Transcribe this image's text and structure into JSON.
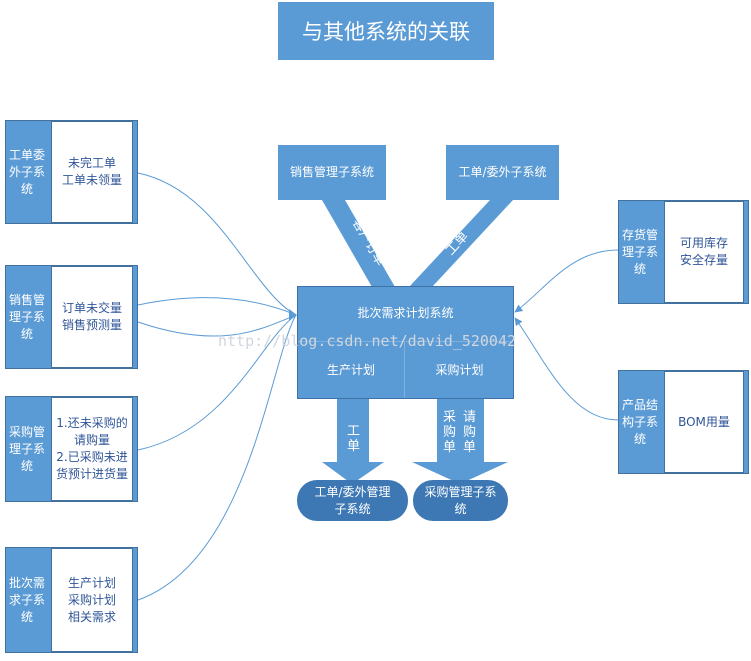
{
  "title": "与其他系统的关联",
  "left_cards": [
    {
      "label": "工单委外子系统",
      "body": "未完工单\n工单未领量"
    },
    {
      "label": "销售管理子系统",
      "body": "订单未交量\n销售预测量"
    },
    {
      "label": "采购管理子系统",
      "body": "1.还未采购的请购量\n2.已采购未进货预计进货量"
    },
    {
      "label": "批次需求子系统",
      "body": "生产计划\n采购计划\n相关需求"
    }
  ],
  "right_cards": [
    {
      "label": "存货管理子系统",
      "body": "可用库存\n安全存量"
    },
    {
      "label": "产品结构子系统",
      "body": "BOM用量"
    }
  ],
  "top_boxes": {
    "sales": "销售管理子系统",
    "workorder": "工单/委外子系统"
  },
  "arrow_labels": {
    "customer_order": "客户订单",
    "workorder_top": "工单",
    "workorder_bottom": "工单",
    "requisition": "请购单",
    "purchase_order": "采购单"
  },
  "center": {
    "title": "批次需求计划系统",
    "production_plan": "生产计划",
    "purchase_plan": "采购计划"
  },
  "outputs": {
    "workorder": "工单/委外管理子系统",
    "purchase": "采购管理子系统"
  },
  "watermark": "http://blog.csdn.net/david_520042"
}
